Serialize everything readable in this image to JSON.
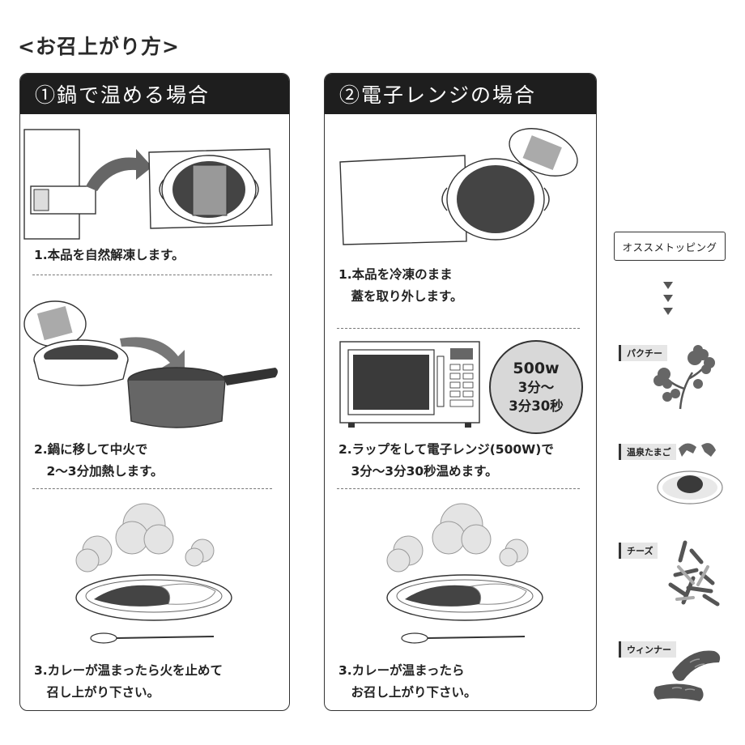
{
  "page": {
    "title": "<お召上がり方>"
  },
  "method_pot": {
    "header": "①鍋で温める場合",
    "steps": [
      "1.本品を自然解凍します。",
      "2.鍋に移して中火で\n　2～3分加熱します。",
      "3.カレーが温まったら火を止めて\n　召し上がり下さい。"
    ]
  },
  "method_microwave": {
    "header": "②電子レンジの場合",
    "steps": [
      "1.本品を冷凍のまま\n　蓋を取り外します。",
      "2.ラップをして電子レンジ(500W)で\n　3分～3分30秒温めます。",
      "3.カレーが温まったら\n　お召し上がり下さい。"
    ],
    "badge": {
      "wattage": "500w",
      "time_min": "3分～",
      "time_max": "3分30秒"
    }
  },
  "toppings": {
    "label": "オススメトッピング",
    "items": [
      "パクチー",
      "温泉たまご",
      "チーズ",
      "ウィンナー"
    ]
  },
  "colors": {
    "header_bg": "#1e1e1e",
    "illustration_dark": "#444444",
    "illustration_mid": "#8a8a8a",
    "illustration_light": "#d0d0d0"
  }
}
